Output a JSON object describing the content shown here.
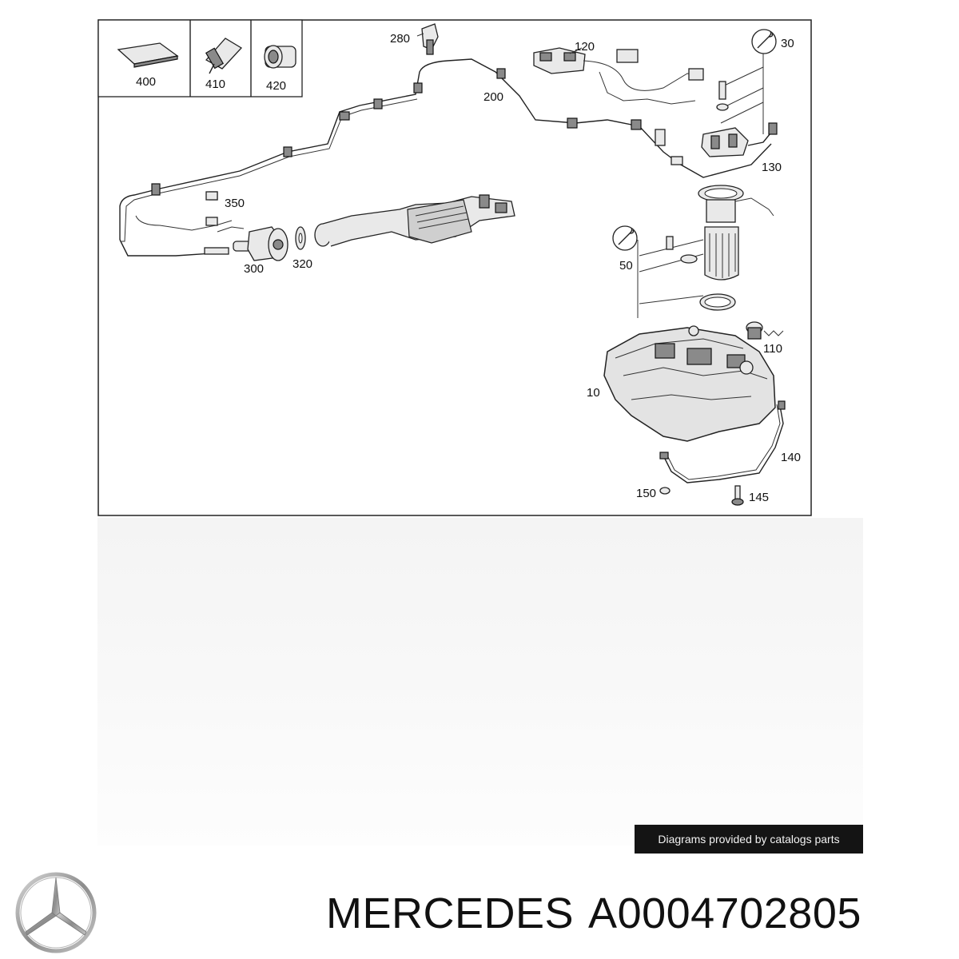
{
  "callouts": [
    {
      "id": "c400",
      "label": "400"
    },
    {
      "id": "c410",
      "label": "410"
    },
    {
      "id": "c420",
      "label": "420"
    },
    {
      "id": "c280",
      "label": "280"
    },
    {
      "id": "c120",
      "label": "120"
    },
    {
      "id": "c30",
      "label": "30"
    },
    {
      "id": "c200",
      "label": "200"
    },
    {
      "id": "c130",
      "label": "130"
    },
    {
      "id": "c350",
      "label": "350"
    },
    {
      "id": "c300",
      "label": "300"
    },
    {
      "id": "c320",
      "label": "320"
    },
    {
      "id": "c50",
      "label": "50"
    },
    {
      "id": "c110",
      "label": "110"
    },
    {
      "id": "c10",
      "label": "10"
    },
    {
      "id": "c140",
      "label": "140"
    },
    {
      "id": "c150",
      "label": "150"
    },
    {
      "id": "c145",
      "label": "145"
    }
  ],
  "badge": {
    "text": "Diagrams provided by catalogs parts"
  },
  "footer": {
    "brand": "MERCEDES",
    "part_number": "A0004702805"
  },
  "colors": {
    "badge_bg": "#141414",
    "badge_text": "#f2f2f2",
    "ink": "#111111"
  },
  "icons": [
    "wrench-icon",
    "mercedes-star-icon"
  ]
}
